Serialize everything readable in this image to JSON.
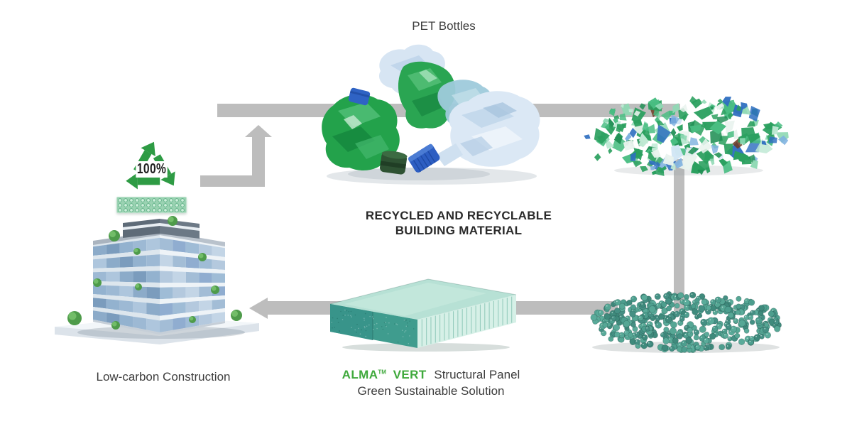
{
  "page": {
    "background": "#ffffff"
  },
  "colors": {
    "arrow": "#bdbdbd",
    "recycle_green": "#2e9b44",
    "brand_green": "#3fa93c",
    "title": "#2a2a2a",
    "label": "#3d3d3d"
  },
  "labels": {
    "pet_bottles": "PET Bottles",
    "title_line1": "RECYCLED AND RECYCLABLE",
    "title_line2": "BUILDING MATERIAL",
    "recycle_percentage": "100%",
    "brand_name": "ALMA",
    "brand_tm": "TM",
    "brand_variant": "VERT",
    "panel_label": "Structural Panel",
    "panel_subtitle": "Green Sustainable Solution",
    "construction": "Low-carbon Construction"
  }
}
